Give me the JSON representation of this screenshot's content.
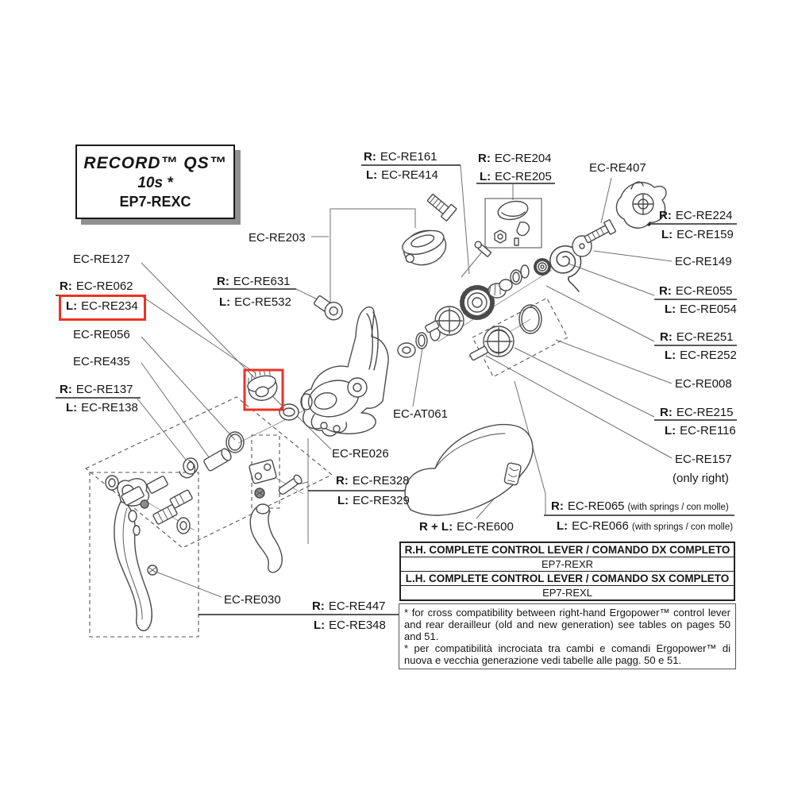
{
  "title_box": {
    "brand": "RECORD™ QS™",
    "speed": "10s *",
    "model": "EP7-REXC"
  },
  "colors": {
    "highlight_red": "#ee3124",
    "line_gray": "#4a4a4a",
    "text": "#151515"
  },
  "labels": {
    "ec_re127": {
      "number": "EC-RE127"
    },
    "ec_re062": {
      "prefix": "R:",
      "number": "EC-RE062"
    },
    "ec_re234": {
      "prefix": "L:",
      "number": "EC-RE234"
    },
    "ec_re056": {
      "number": "EC-RE056"
    },
    "ec_re435": {
      "number": "EC-RE435"
    },
    "ec_re137": {
      "prefix": "R:",
      "number": "EC-RE137"
    },
    "ec_re138": {
      "prefix": "L:",
      "number": "EC-RE138"
    },
    "ec_re203": {
      "number": "EC-RE203"
    },
    "ec_re631": {
      "prefix": "R:",
      "number": "EC-RE631"
    },
    "ec_re532": {
      "prefix": "L:",
      "number": "EC-RE532"
    },
    "ec_re161": {
      "prefix": "R:",
      "number": "EC-RE161"
    },
    "ec_re414": {
      "prefix": "L:",
      "number": "EC-RE414"
    },
    "ec_re204": {
      "prefix": "R:",
      "number": "EC-RE204"
    },
    "ec_re205": {
      "prefix": "L:",
      "number": "EC-RE205"
    },
    "ec_re407": {
      "number": "EC-RE407"
    },
    "ec_re224": {
      "prefix": "R:",
      "number": "EC-RE224"
    },
    "ec_re159": {
      "prefix": "L:",
      "number": "EC-RE159"
    },
    "ec_re149": {
      "number": "EC-RE149"
    },
    "ec_re055": {
      "prefix": "R:",
      "number": "EC-RE055"
    },
    "ec_re054": {
      "prefix": "L:",
      "number": "EC-RE054"
    },
    "ec_re251": {
      "prefix": "R:",
      "number": "EC-RE251"
    },
    "ec_re252": {
      "prefix": "L:",
      "number": "EC-RE252"
    },
    "ec_re008": {
      "number": "EC-RE008"
    },
    "ec_re215": {
      "prefix": "R:",
      "number": "EC-RE215"
    },
    "ec_re116": {
      "prefix": "L:",
      "number": "EC-RE116"
    },
    "ec_re157": {
      "number": "EC-RE157"
    },
    "only_right": {
      "number": "(only right)"
    },
    "ec_at061": {
      "number": "EC-AT061"
    },
    "ec_re026": {
      "number": "EC-RE026"
    },
    "ec_re328": {
      "prefix": "R:",
      "number": "EC-RE328"
    },
    "ec_re329": {
      "prefix": "L:",
      "number": "EC-RE329"
    },
    "ec_re600": {
      "prefix": "R + L:",
      "number": "EC-RE600"
    },
    "ec_re065": {
      "prefix": "R:",
      "number": "EC-RE065",
      "suffix": "(with springs / con molle)"
    },
    "ec_re066": {
      "prefix": "L:",
      "number": "EC-RE066",
      "suffix": "(with springs / con molle)"
    },
    "ec_re030": {
      "number": "EC-RE030"
    },
    "ec_re447": {
      "prefix": "R:",
      "number": "EC-RE447"
    },
    "ec_re348": {
      "prefix": "L:",
      "number": "EC-RE348"
    }
  },
  "table": {
    "rh_header": "R.H. COMPLETE CONTROL LEVER / COMANDO DX COMPLETO",
    "rh_code": "EP7-REXR",
    "lh_header": "L.H. COMPLETE CONTROL LEVER / COMANDO SX COMPLETO",
    "lh_code": "EP7-REXL"
  },
  "footnotes": {
    "en": "* for cross compatibility between right-hand Ergopower™ control lever and rear derailleur (old and new generation) see tables on pages 50 and 51.",
    "it": "* per compatibilità incrociata tra cambi e comandi Ergopower™ di nuova e vecchia generazione vedi tabelle alle pagg. 50 e 51."
  }
}
